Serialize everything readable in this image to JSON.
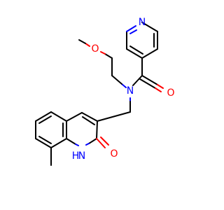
{
  "molecule": {
    "atom_labels": {
      "pyridine_n": "N",
      "methoxy_o": "O",
      "amide_n": "N",
      "carbonyl_o": "O",
      "quinolinone_o": "O",
      "quinolinone_nh": "N",
      "quinolinone_h": "H"
    },
    "colors": {
      "carbon_bond": "#000000",
      "nitrogen": "#0000ff",
      "oxygen": "#ff0000"
    }
  }
}
